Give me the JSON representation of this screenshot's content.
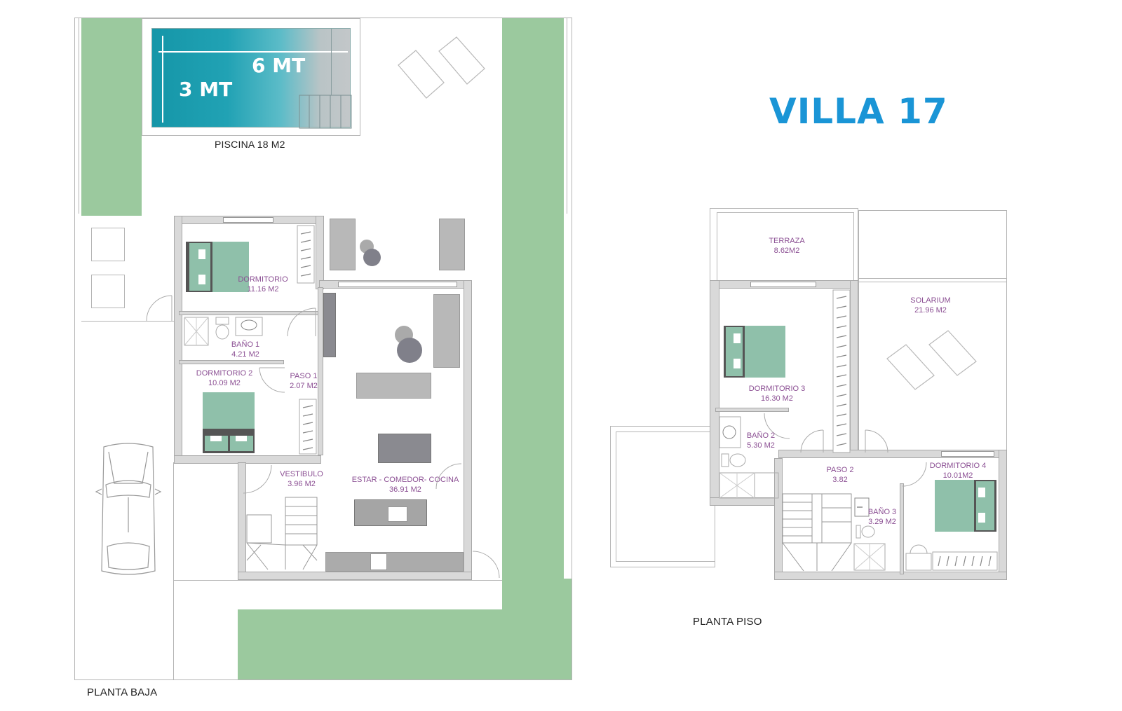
{
  "title": "VILLA 17",
  "colors": {
    "title": "#1a95d6",
    "room_label": "#8b4f93",
    "garden": "#9bc99e",
    "pool": "#1596a8",
    "bed": "#8fc0aa",
    "wall": "#d9d9d9"
  },
  "plans": {
    "ground": {
      "label": "PLANTA BAJA",
      "pool": {
        "label": "PISCINA 18 M2",
        "length": "6 MT",
        "width": "3 MT"
      },
      "rooms": [
        {
          "name": "DORMITORIO",
          "area": "11.16 M2"
        },
        {
          "name": "BAÑO 1",
          "area": "4.21 M2"
        },
        {
          "name": "DORMITORIO 2",
          "area": "10.09 M2"
        },
        {
          "name": "PASO 1",
          "area": "2.07 M2"
        },
        {
          "name": "VESTIBULO",
          "area": "3.96 M2"
        },
        {
          "name": "ESTAR - COMEDOR- COCINA",
          "area": "36.91 M2"
        }
      ]
    },
    "upper": {
      "label": "PLANTA PISO",
      "rooms": [
        {
          "name": "TERRAZA",
          "area": "8.62M2"
        },
        {
          "name": "SOLARIUM",
          "area": "21.96 M2"
        },
        {
          "name": "DORMITORIO 3",
          "area": "16.30 M2"
        },
        {
          "name": "BAÑO 2",
          "area": "5.30 M2"
        },
        {
          "name": "PASO 2",
          "area": "3.82"
        },
        {
          "name": "DORMITORIO 4",
          "area": "10.01M2"
        },
        {
          "name": "BAÑO 3",
          "area": "3.29 M2"
        }
      ]
    }
  }
}
